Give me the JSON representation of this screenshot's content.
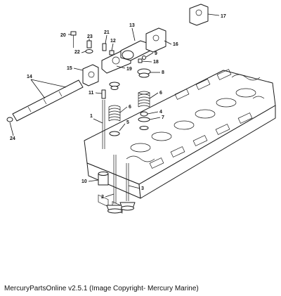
{
  "callouts": [
    {
      "id": "1",
      "text": "1"
    },
    {
      "id": "2",
      "text": "2"
    },
    {
      "id": "3",
      "text": "3"
    },
    {
      "id": "4",
      "text": "4"
    },
    {
      "id": "5",
      "text": "5"
    },
    {
      "id": "6a",
      "text": "6"
    },
    {
      "id": "6b",
      "text": "6"
    },
    {
      "id": "7",
      "text": "7"
    },
    {
      "id": "8",
      "text": "8"
    },
    {
      "id": "9",
      "text": "9"
    },
    {
      "id": "10",
      "text": "10"
    },
    {
      "id": "11",
      "text": "11"
    },
    {
      "id": "12",
      "text": "12"
    },
    {
      "id": "13",
      "text": "13"
    },
    {
      "id": "14",
      "text": "14"
    },
    {
      "id": "15",
      "text": "15"
    },
    {
      "id": "16",
      "text": "16"
    },
    {
      "id": "17",
      "text": "17"
    },
    {
      "id": "18",
      "text": "18"
    },
    {
      "id": "19",
      "text": "19"
    },
    {
      "id": "20",
      "text": "20"
    },
    {
      "id": "21",
      "text": "21"
    },
    {
      "id": "22",
      "text": "22"
    },
    {
      "id": "23",
      "text": "23"
    },
    {
      "id": "24",
      "text": "24"
    }
  ],
  "caption": "MercuryPartsOnline v2.5.1 (Image Copyright- Mercury Marine)"
}
